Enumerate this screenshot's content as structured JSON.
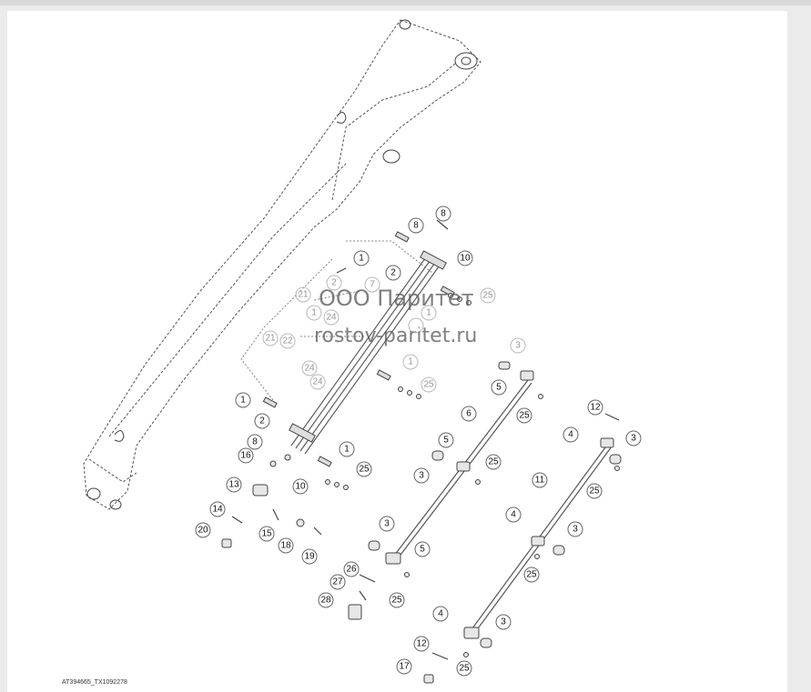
{
  "watermark": {
    "company": "ООО Паритет",
    "site": "rostov-paritet.ru"
  },
  "figure_ref": "AT394665_TX1092278",
  "callouts": [
    "1",
    "2",
    "3",
    "4",
    "5",
    "6",
    "7",
    "8",
    "10",
    "11",
    "12",
    "13",
    "14",
    "15",
    "16",
    "17",
    "18",
    "19",
    "20",
    "21",
    "22",
    "24",
    "25",
    "26",
    "27",
    "28"
  ],
  "colors": {
    "line": "#555555",
    "callout_border": "#666666",
    "background": "#ffffff"
  }
}
